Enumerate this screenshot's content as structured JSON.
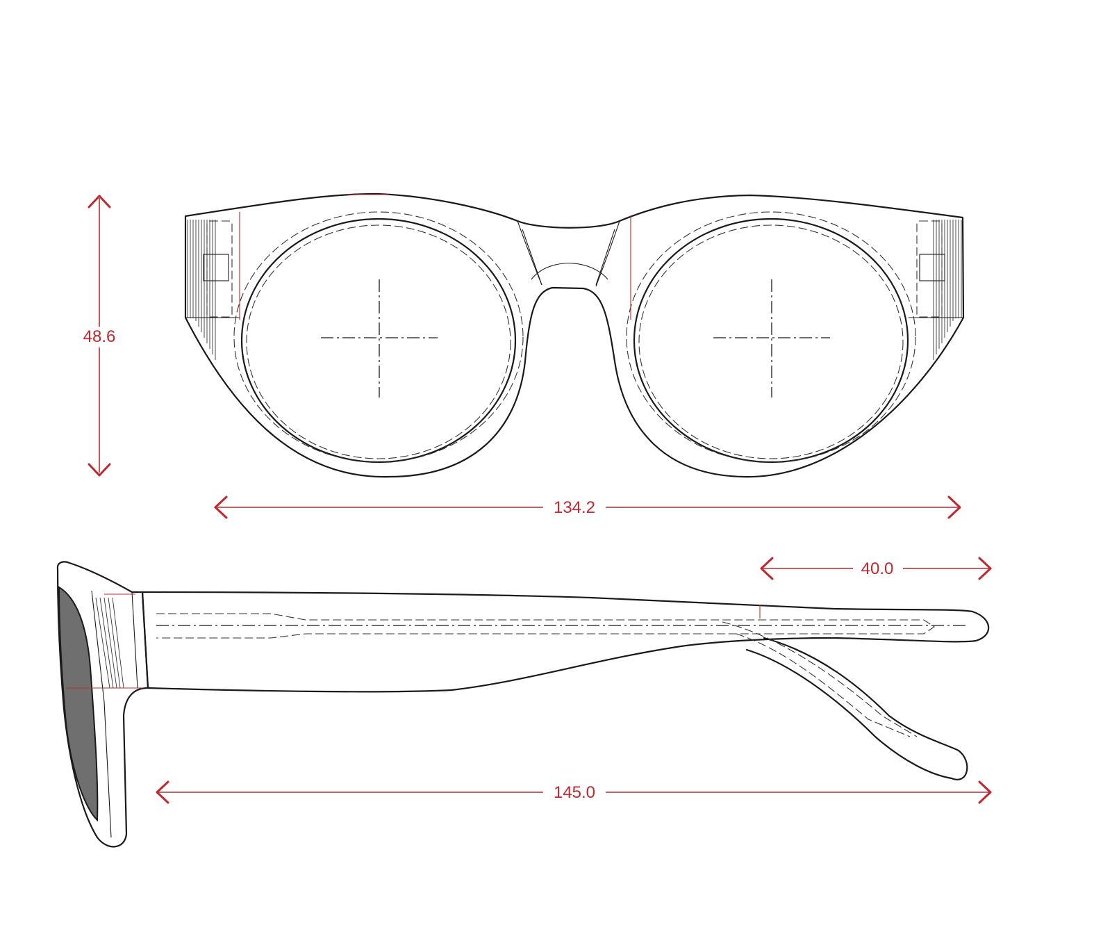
{
  "dimensions": {
    "lens_height": "48.6",
    "frame_width": "134.2",
    "temple_tip": "40.0",
    "temple_length": "145.0"
  },
  "colors": {
    "dimension": "#c0282d",
    "outline": "#1a1a1a",
    "lens_tint": "#6f6f6f"
  }
}
